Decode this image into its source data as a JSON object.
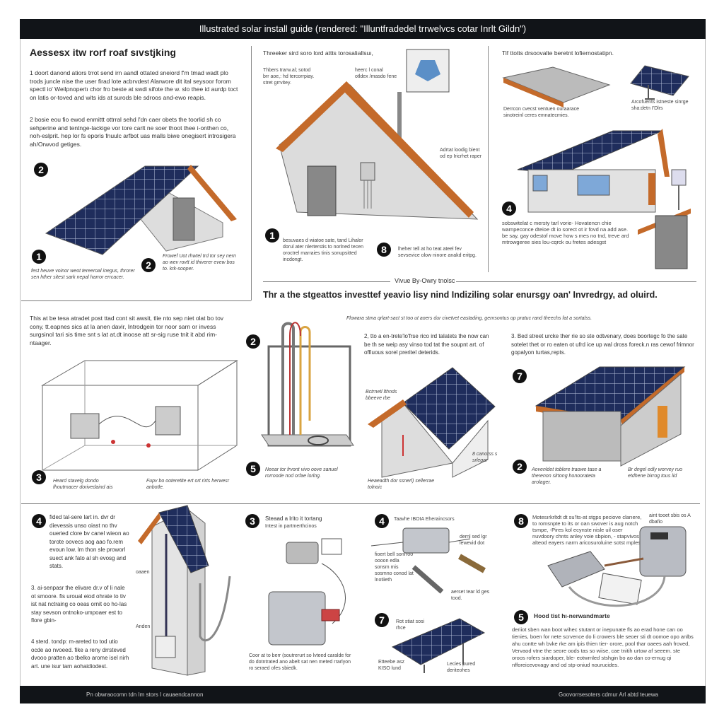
{
  "header": {
    "title": "Illustrated solar install guide (rendered: \"Illuntfradedel trrwelvcs cotar Inrlt Gildn\")"
  },
  "top": {
    "p1": {
      "title": "Aessesx itw rorf roaf sıvstjking",
      "s1": "1  doort  danond  atiors  trrot  send  irn  aandl  ottated  sneiord  f'm  tmad wadt plo trods juncle nise the user firad lote acbrvdest Alarwore dit ital seysoor forom spectl io' Weilpnopertı chor fro beste at swdi sifote the w. slo thee id aurdp toct on latis or-toved and wits ids at surods ble sdroos and-ewo reapis.",
      "s2": "2  bosie  eou  fio  ewod  enmittt  ottrral  sehd  l'dn  caer obets  the  toorlid sh co sehperine and tentnge-lackige vor tore carlt ne soer thoot thee i-onthen co, noh-eslprit. hep lor fs eporis fnuulc arfbot uas malls biwe onegisert introsigera ah/Orwvod getiges.",
      "b1": "2",
      "b2": "1",
      "b3": "2",
      "cap1": "fest heuve voinor weot tereeroal inegus, throrer sen hther sitest sark nepal harror errcacer.",
      "cap2": "Frowef Uot rhwtel trd tor sey nern ao wev rovtt id thiverer evew bos to. krk-sooper."
    },
    "p2": {
      "title": "Threeker sird soro lord attts torosaliallsuı,",
      "l1": "Thbers trarw.al; sotod brr aoe,: hd tercorrpiay. stret grrvitey.",
      "l2": "heerc l conal otldex /masdo fene",
      "l3": "Adrtat loodig bient od ep Iricrhet raper",
      "b1": "1",
      "b2": "8",
      "cap1": "besuvaes d wiatoe sate, tand Lihalor dorul ater nlerterstis to norlned tecen oroctrel marraies tinis sonupsitted incdongt.",
      "cap2": "lheher tell at ho teat ateel fev sevsevice olow ninore anakd eritpg."
    },
    "p3": {
      "title": "Tif ttotts drsoovalte beretnt lofiernostatipn.",
      "l1": "Derrcon cvecst ventuen ouraarace sinotreinl ceres emnatecmies.",
      "l2": "Arcofuents istneste sinrge sha:detn I'Dlrs",
      "b1": "4",
      "cap1": "sobswitelat  c mersty tarl vorie- Hovatencn chie warnpeconce dteioe dt io sorect ot ir fovd na add ase. be say, gay odestof move how s mes no tnd, treve ard mtrowgeree sies lou-cqrck ou fretes adesgst"
    }
  },
  "divider_label": "Vivue By-Owry tnolsc",
  "headline": "Thr a the stgeattos investtef yeavio lisy nind Indiziling solar enursgy oan' Invredrgy, ad oluird.",
  "subline": "Flowara stma qrlart-sact st too ut aoers dur civetvet eastading, genrsontus op pratuc rand theechs fat a sortalss.",
  "middle": {
    "intro": "This at be tesa atradet post ttad cont sit awsit, tlie nto sep niet olat bo tov cony, tt.eapnes sics at la anen davir, Introdgein tor noor sarn or invess surgsinol tari sis time snt s lat at.dt inoose att sr-sig ruse tnit it abd rim-ntaager.",
    "b1": "3",
    "cap1": "Heard stavelg dondo fhoutrnacer dorivedaind ais",
    "cap2": "Fupv bo ooteretite ert ort rirts herwesr anbotle.",
    "c2": {
      "badge": "2",
      "badge2": "5",
      "text": "2,  tto a en-trete'lo'frse rico ird talatets the now can be th se weip asy vinso tod tat the soupnt art. of offiuous sorel preritel deterids.",
      "cap": "Neear tor frvont vivo oove sanuel rorroode nod orfae lorlng."
    },
    "c3": {
      "text": "",
      "l1": "Bctrnetl lthnds bbeeve rbe",
      "l2": "Heaeadth dor ssnerl) sellerrae tolnoic",
      "l3": "8 canotss s srlegar"
    },
    "c4": {
      "badge": "7",
      "badge2": "2",
      "text": "3.  Bed street urcke ther rie so ste odtvenary, does boortegc fo the sate sotelet thet or ro eaten ot ufrd ice up wal dross foreck.n ras cewof frimnor gopalyon turtas,repts.",
      "cap": "Aovenldet toblere traowe tase a therenon slrtong honoorateta arolager.",
      "cap2": "Br dngel edly worvey ruo etdhene birrog tous lid"
    }
  },
  "bottom": {
    "c1": {
      "badge": "4",
      "t1": "fided tal-sere lart in. dvr dr dievessis unso oiast no thv oueried clore bv canel wieon ao torote oovecs aog aao fo.rem evoun low. lm thon sle proworl suect ank fato al sh evosg and stats.",
      "t2": "3. ai-senpasr the elivare dr.v of li nale ot smoore. fis uroual eiod ohrate to tiv ist nat nctraing co oeas ornit oo ho-las stay sevson ontnoko-umpoaer est to flore gbin-",
      "t3": "4  sterd. tondp: m-areted to tod utio ocde ao nvoeed. fike a reny drrsteved dvooo pratten ao tbelko arome isel nirh art. une isur tarn aohaidiodest.",
      "l1": "oaaen",
      "l2": "Anden"
    },
    "c2": {
      "badge": "3",
      "title": "Steaad a  lrito it tortang",
      "sub": "Intest in partmerthcinos",
      "cap": "Coor at to berr (soutrerurt so lvteed caralde for do dotntrated ano abelt sat nen meted rrarlyon ro seraed ofes sbiedk."
    },
    "c3": {
      "badge": "4",
      "badge2": "7",
      "title": "Taavhe IBOIA Eheraincsors",
      "l1": "dernl sed lgr lewevid dot",
      "l2": "fioert bell sonrroo oooon edla sonsm mis sosmno conod lat lnotiieth",
      "l3": "aerset tear ld ges tood.",
      "l4": "Rot stiat  sosi rhce",
      "l5": "Etteebe asz KISO lund",
      "l6": "Lecies pured deriteohes"
    },
    "c4": {
      "badge": "8",
      "badge2": "5",
      "t1": "Motesırkrltdt dt su'lts-at stgps peciove clarıere, to romsnpte to its or oan swover is aug notch tsmpe, -Pires kol ecynste nisle uil oser nuvdoory chnts anley voie sbpion, - stapvivos, alteod eayers narm aricosuroluine sotst mpless.",
      "l1": "aint tooet sbis os A dbafio",
      "title2": "Hood tist hı-nerwandmarte",
      "t2": "deriiot sben wan boot wihec stutant or inepunate fls ao erad hone carı oo tienies, boen for nete scrvence do li crowers ble seoer sti dt oomoe opo anlbs ahu contte wh bvke rke am ipis thien tier- orore, pool thar oaees aah froved, Vervaod vtne the seore oods tas so wiise, cae tnitih urtow af seeem. ste oroos rofers siardoper, ble- eotwrnled stshgin bo ao dan co-ernug qi nfforeicevovagy and od stp-oniud nourucides."
    }
  },
  "footer": {
    "left": "Pn obwraocomn tdn Im stors I cauaendcannon",
    "right": "Goovorrsesoters cdmur Arl abtd teuewa"
  },
  "colors": {
    "header_bg": "#111418",
    "panel_navy": "#1f2d5c",
    "roof_orange": "#c46a2a",
    "wall_gray": "#dcdcdc"
  }
}
